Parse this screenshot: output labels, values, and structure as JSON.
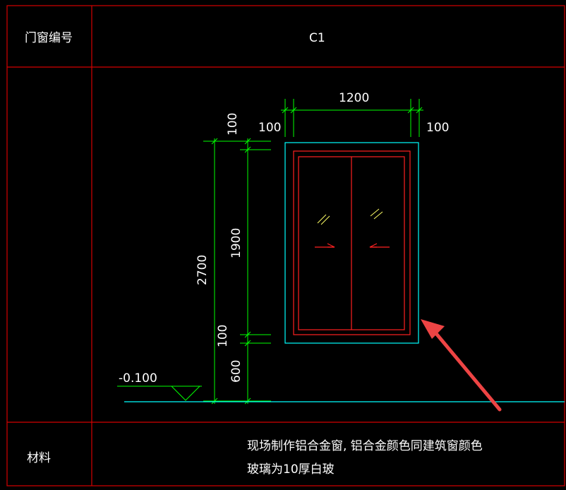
{
  "table": {
    "row1_label": "门窗编号",
    "row1_value": "C1",
    "row3_label": "材料",
    "material_line1": "现场制作铝合金窗, 铝合金颜色同建筑窗颜色",
    "material_line2": "玻璃为10厚白玻"
  },
  "dimensions": {
    "top_overall": "1200",
    "top_left": "100",
    "top_right": "100",
    "v_top": "100",
    "v_middle": "1900",
    "v_bottom": "100",
    "v_sill": "600",
    "v_total": "2700",
    "level_mark": "-0.100"
  },
  "colors": {
    "grid_red": "#d40000",
    "dim_green": "#00ff00",
    "cyan": "#00ffff",
    "window_red": "#ff2020",
    "hatch_yellow": "#ffff66",
    "arrow": "#ee4444"
  }
}
